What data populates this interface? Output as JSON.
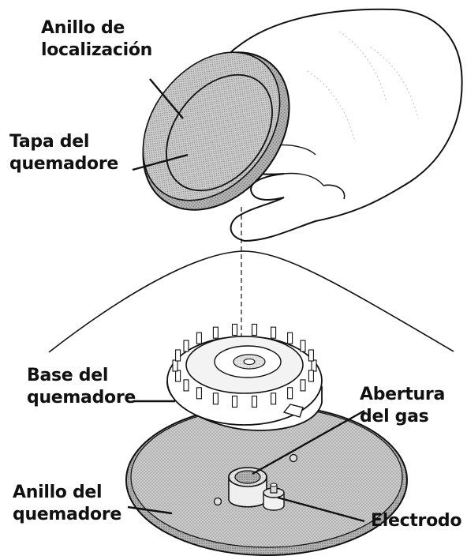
{
  "labels": {
    "locating_ring": [
      "Anillo de",
      "localización"
    ],
    "burner_cap": [
      "Tapa del",
      "quemadore"
    ],
    "burner_base": [
      "Base del",
      "quemadore"
    ],
    "gas_opening": [
      "Abertura",
      "del gas"
    ],
    "burner_ring": [
      "Anillo del",
      "quemadore"
    ],
    "electrode": "Electrodo"
  },
  "colors": {
    "ink": "#111111",
    "shade_dark": "#9c9c9c",
    "shade_mid": "#c4c4c4",
    "shade_light": "#e6e6e6"
  }
}
